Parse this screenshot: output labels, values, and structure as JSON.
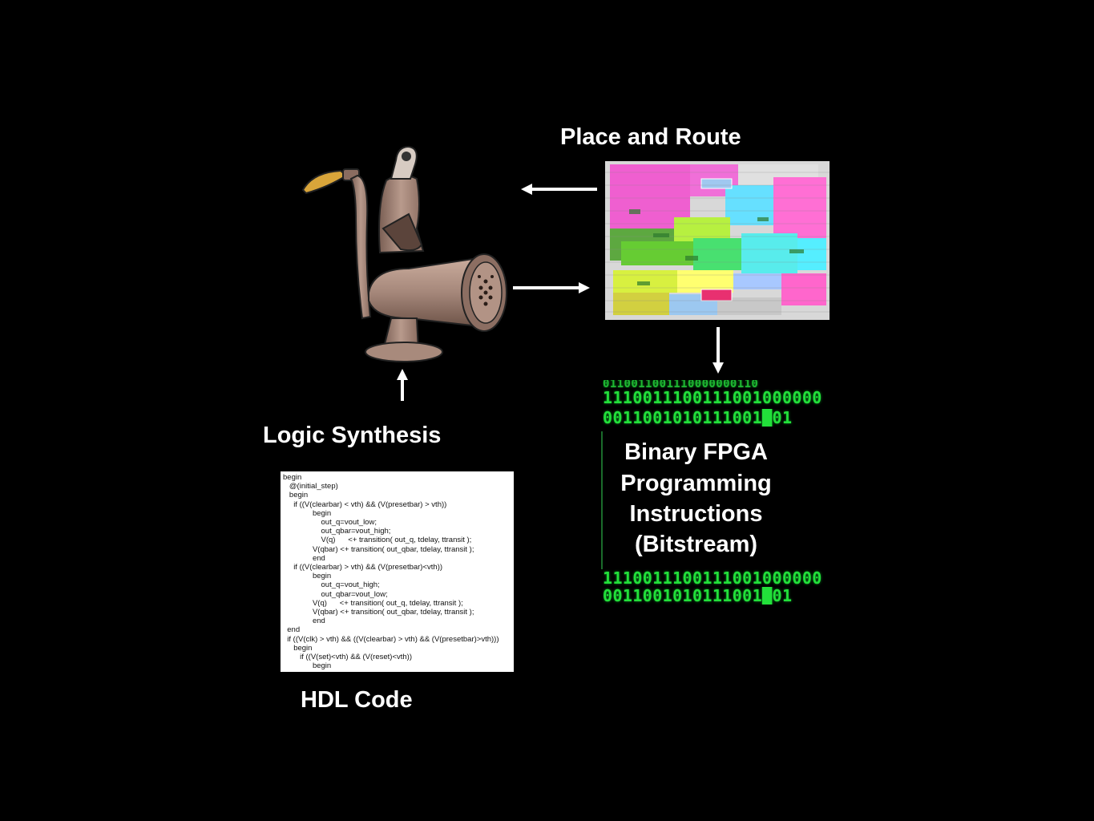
{
  "labels": {
    "place_and_route": "Place and Route",
    "logic_synthesis": "Logic Synthesis",
    "hdl_code": "HDL Code",
    "bitstream_lines": [
      "Binary FPGA",
      "Programming",
      "Instructions",
      "(Bitstream)"
    ]
  },
  "hdl_code_lines": [
    "begin",
    "   @(initial_step)",
    "   begin",
    "     if ((V(clearbar) < vth) && (V(presetbar) > vth))",
    "              begin",
    "                  out_q=vout_low;",
    "                  out_qbar=vout_high;",
    "                  V(q)      <+ transition( out_q, tdelay, ttransit );",
    "              V(qbar) <+ transition( out_qbar, tdelay, ttransit );",
    "              end",
    "     if ((V(clearbar) > vth) && (V(presetbar)<vth))",
    "              begin",
    "                  out_q=vout_high;",
    "                  out_qbar=vout_low;",
    "              V(q)      <+ transition( out_q, tdelay, ttransit );",
    "              V(qbar) <+ transition( out_qbar, tdelay, ttransit );",
    "              end",
    "  end",
    "  if ((V(clk) > vth) && ((V(clearbar) > vth) && (V(presetbar)>vth)))",
    "     begin",
    "        if ((V(set)<vth) && (V(reset)<vth))",
    "              begin"
  ],
  "binary_rows": [
    "1110011100111001000000",
    "0011001010111001█01",
    "1110011100111001000000",
    "0011001010111001█01"
  ],
  "colors": {
    "background": "#000000",
    "text": "#ffffff",
    "binary_green": "#22e03a",
    "grinder": "#a88a7c"
  },
  "icons": {
    "grinder": "meat-grinder-icon",
    "chip": "fpga-layout-image"
  }
}
